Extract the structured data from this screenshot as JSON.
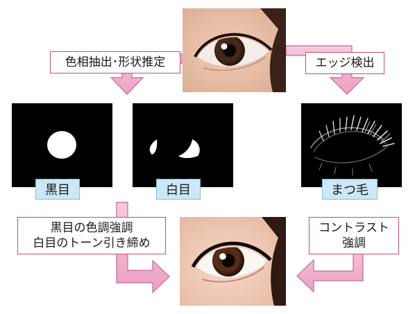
{
  "labels": {
    "color_shape": "色相抽出･形状推定",
    "edge": "エッジ検出",
    "black_eye": "黒目",
    "white_eye": "白目",
    "eyelash": "まつ毛",
    "enhance_line1": "黒目の色調強調",
    "enhance_line2": "白目のトーン引き締め",
    "contrast_line1": "コントラスト",
    "contrast_line2": "強調"
  },
  "colors": {
    "arrow_fill": "#f2b3cf",
    "arrow_stroke": "#c06a94",
    "box_border": "#c0506e",
    "tag_fill": "#cce7f5",
    "tag_border": "#7fbfe0"
  }
}
